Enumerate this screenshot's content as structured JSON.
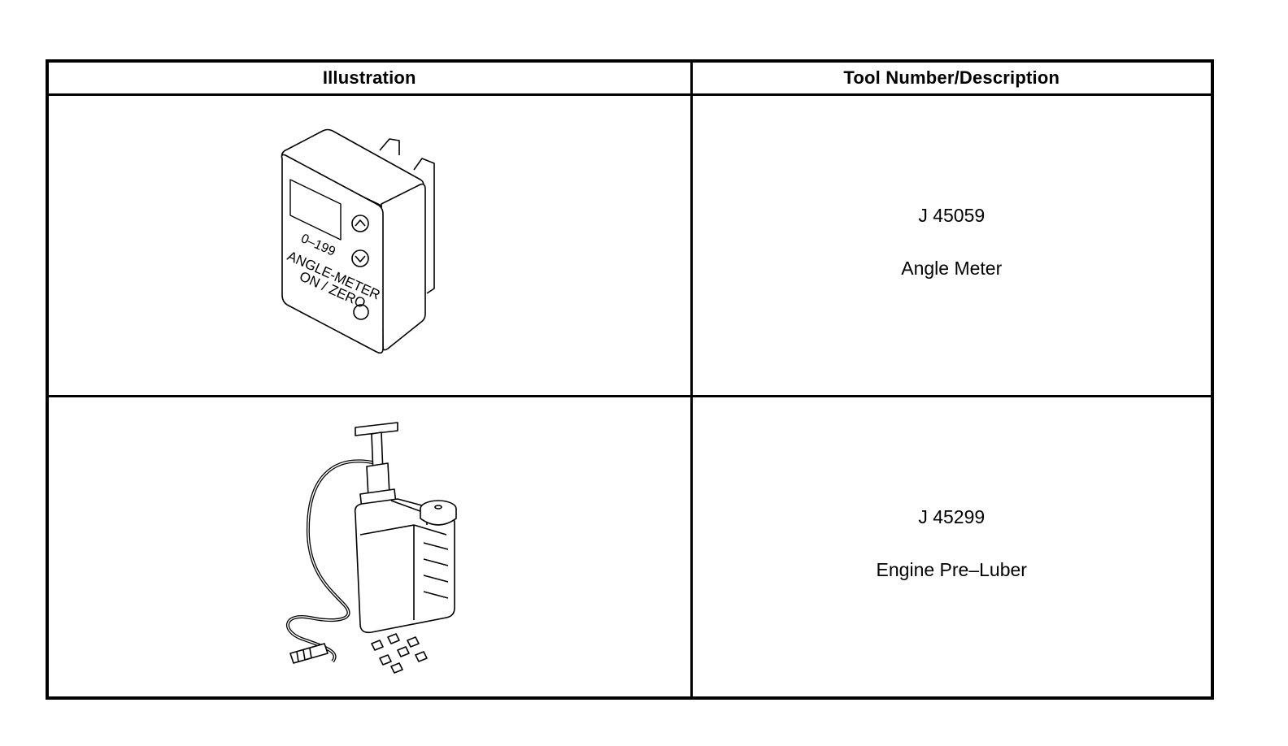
{
  "table": {
    "headers": {
      "illustration": "Illustration",
      "tool": "Tool Number/Description"
    },
    "rows": [
      {
        "tool_number": "J 45059",
        "description": "Angle Meter",
        "illustration": {
          "icon": "angle-meter-illustration",
          "labels": {
            "range": "0–199",
            "name": "ANGLE-METER",
            "button": "ON / ZERO"
          }
        }
      },
      {
        "tool_number": "J 45299",
        "description": "Engine Pre–Luber",
        "illustration": {
          "icon": "engine-pre-luber-illustration"
        }
      }
    ]
  }
}
